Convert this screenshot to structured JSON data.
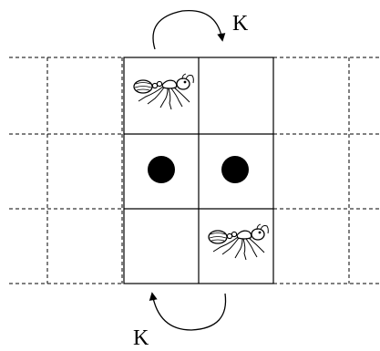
{
  "diagram": {
    "top_arrow_label": "K",
    "bottom_arrow_label": "K",
    "grid": {
      "columns": 5,
      "rows": 3,
      "solid_columns": [
        1,
        2
      ]
    },
    "cells": [
      {
        "row": 0,
        "col": 1,
        "content": "ant"
      },
      {
        "row": 1,
        "col": 1,
        "content": "dot"
      },
      {
        "row": 1,
        "col": 2,
        "content": "dot"
      },
      {
        "row": 2,
        "col": 2,
        "content": "ant"
      }
    ],
    "colors": {
      "line": "#000000",
      "background": "#ffffff"
    }
  }
}
